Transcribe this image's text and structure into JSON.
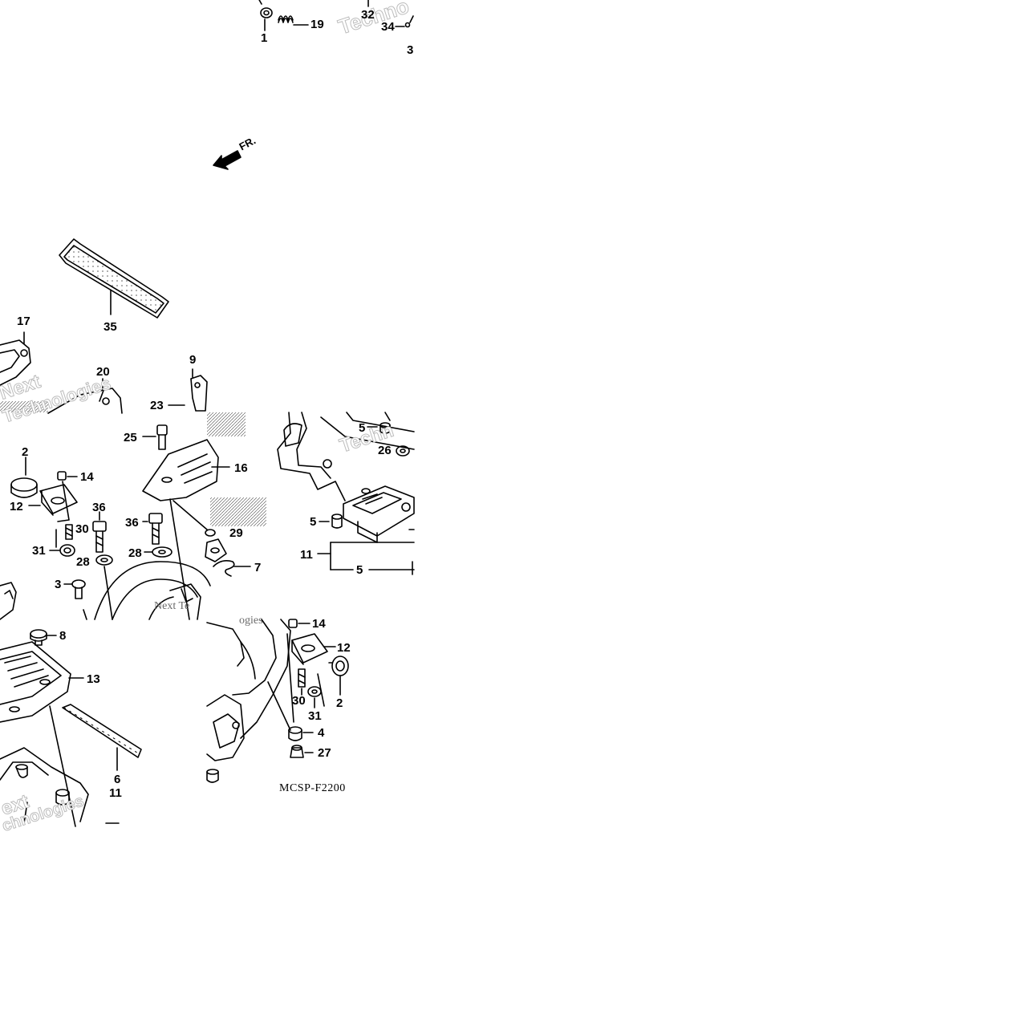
{
  "diagram": {
    "part_code": "MCSP-F2200",
    "direction_marker": "FR.",
    "watermarks": [
      "Techno",
      "Next",
      "Technologies",
      "Techn",
      "Next Te",
      "ogies",
      "ext",
      "chnologies"
    ],
    "callouts": {
      "c1": "1",
      "c19": "19",
      "c32": "32",
      "c34": "34",
      "c3_top": "3",
      "c35": "35",
      "c17": "17",
      "c20": "20",
      "c9": "9",
      "c23": "23",
      "c2_left": "2",
      "c14_left": "14",
      "c12_left": "12",
      "c30_left": "30",
      "c31_left": "31",
      "c36_a": "36",
      "c36_b": "36",
      "c28_a": "28",
      "c28_b": "28",
      "c25": "25",
      "c16": "16",
      "c29": "29",
      "c7": "7",
      "c3_mid": "3",
      "c5_a": "5",
      "c26": "26",
      "c5_b": "5",
      "c11_mid": "11",
      "c5_c": "5",
      "c8": "8",
      "c13": "13",
      "c6": "6",
      "c11_bot": "11",
      "c14_right": "14",
      "c12_right": "12",
      "c30_right": "30",
      "c31_right": "31",
      "c2_right": "2",
      "c4": "4",
      "c27": "27"
    }
  }
}
